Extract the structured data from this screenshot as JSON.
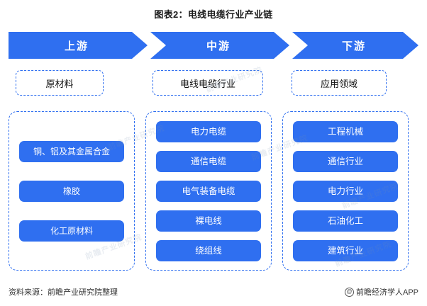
{
  "title": "图表2：电线电缆行业产业链",
  "arrows": [
    {
      "label": "上游"
    },
    {
      "label": "中游"
    },
    {
      "label": "下游"
    }
  ],
  "headers": [
    {
      "label": "原材料"
    },
    {
      "label": "电线电缆行业"
    },
    {
      "label": "应用领域"
    }
  ],
  "columns": [
    {
      "name": "upstream",
      "items": [
        "铜、铝及其金属合金",
        "橡胶",
        "化工原材料"
      ]
    },
    {
      "name": "midstream",
      "items": [
        "电力电缆",
        "通信电缆",
        "电气装备电缆",
        "裸电线",
        "绕组线"
      ]
    },
    {
      "name": "downstream",
      "items": [
        "工程机械",
        "通信行业",
        "电力行业",
        "石油化工",
        "建筑行业"
      ]
    }
  ],
  "footer": {
    "source": "资料来源：前瞻产业研究院整理",
    "brand": "前瞻经济学人APP",
    "brand_icon": "@"
  },
  "watermarks": [
    "前瞻产业研究院",
    "前瞻产业研究院",
    "前瞻产业研究院",
    "前瞻产业研究院",
    "前瞻产业研究院",
    "前瞻产业研究院"
  ],
  "colors": {
    "accent": "#2f6ff0",
    "text": "#1a1a1a"
  }
}
